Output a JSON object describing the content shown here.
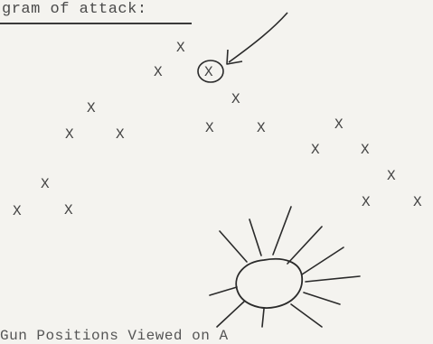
{
  "heading": "gram of attack:",
  "x_label": "X",
  "marks": [
    {
      "id": "x-01"
    },
    {
      "id": "x-02"
    },
    {
      "id": "x-03"
    },
    {
      "id": "x-04"
    },
    {
      "id": "x-05"
    },
    {
      "id": "x-06"
    },
    {
      "id": "x-07"
    },
    {
      "id": "x-08"
    },
    {
      "id": "x-09"
    },
    {
      "id": "x-10"
    },
    {
      "id": "x-11"
    },
    {
      "id": "x-12"
    },
    {
      "id": "x-13"
    },
    {
      "id": "x-14"
    },
    {
      "id": "x-15"
    },
    {
      "id": "x-16"
    },
    {
      "id": "x-17"
    },
    {
      "id": "x-18"
    },
    {
      "id": "x-19"
    }
  ],
  "caption": "Gun Positions Viewed on A"
}
